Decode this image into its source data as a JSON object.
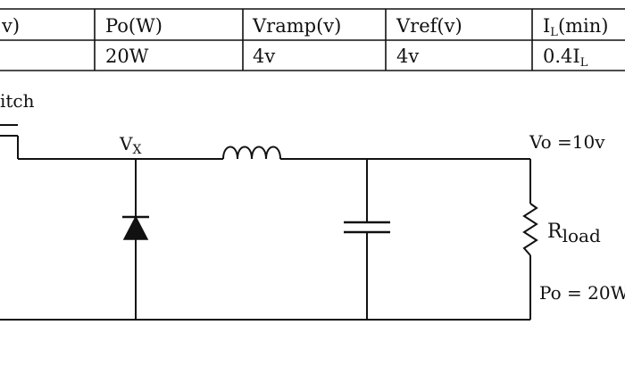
{
  "table": {
    "headers": [
      {
        "text": "v)"
      },
      {
        "text": "Po(W)"
      },
      {
        "text": "Vramp(v)"
      },
      {
        "text": "Vref(v)"
      },
      {
        "text": "I",
        "sub": "L",
        "suffix": "(min)"
      }
    ],
    "values": [
      {
        "text": ""
      },
      {
        "text": "20W"
      },
      {
        "text": "4v"
      },
      {
        "text": "4v"
      },
      {
        "text": "0.4I",
        "sub": "L",
        "suffix": ""
      }
    ]
  },
  "diagram": {
    "switch_label": "itch",
    "vx_label": "V",
    "vx_sub": "X",
    "vo_label": "Vo =10v",
    "rload_label": "R",
    "rload_sub": "load",
    "po_label": "Po = 20W"
  }
}
